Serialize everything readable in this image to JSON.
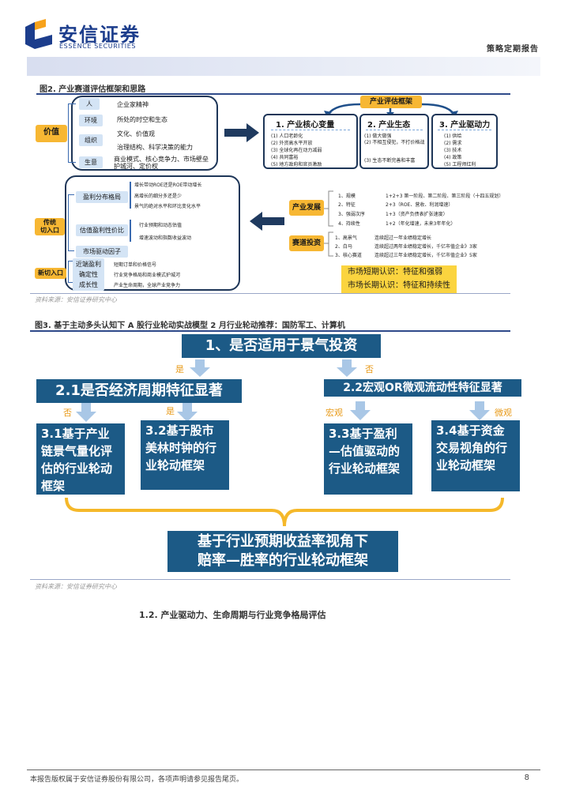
{
  "header": {
    "logo_cn": "安信证券",
    "logo_en": "ESSENCE SECURITIES",
    "report_type": "策略定期报告",
    "brand_color": "#1c3d8c"
  },
  "figure2": {
    "title": "图2. 产业赛道评估框架和思路",
    "source": "资料来源：安信证券研究中心",
    "value_label": "价值",
    "branches": [
      {
        "label": "人",
        "items": [
          "企业家精神"
        ]
      },
      {
        "label": "环境",
        "items": [
          "所处的时空和生态"
        ]
      },
      {
        "label": "组织",
        "items": [
          "文化、价值观",
          "治理结构、科学决策的能力"
        ]
      },
      {
        "label": "生意",
        "items": [
          "商业模式、核心竞争力、市场壁垒",
          "护城河、定价权"
        ]
      }
    ],
    "framework_label": "产业评估框架",
    "panels": [
      {
        "title": "1. 产业核心变量",
        "items": [
          "(1) 人口老龄化",
          "(2) 外资高水平开放",
          "(3) 全球化再在动力减弱",
          "(4) 共同富裕",
          "(5) 地方政府和官员激励"
        ]
      },
      {
        "title": "2. 产业生态",
        "items": [
          "(1) 做大做强",
          "(2) 不相互侵犯，不打价格战",
          "(3) 生态不断完善和丰富"
        ]
      },
      {
        "title": "3. 产业驱动力",
        "items": [
          "(1) 供给",
          "(2) 需求",
          "(3) 技术",
          "(4) 政策",
          "(5) 工程师红利"
        ]
      }
    ],
    "develop_label": "产业发展",
    "develop_items": [
      {
        "k": "1、规模",
        "v": "1+2+3  第一阶段、第二阶段、第三阶段（十四五规划）"
      },
      {
        "k": "2、特征",
        "v": "2+3（ROE、营收、利润增速）"
      },
      {
        "k": "3、强弱次序",
        "v": "1+3（资产负债表扩张速度）"
      },
      {
        "k": "4、持续性",
        "v": "1+2（年化增速，未来3年年化）"
      }
    ],
    "invest_label": "赛道投资",
    "invest_items": [
      {
        "k": "1、高景气",
        "v": "连续超过一年业绩稳定增长"
      },
      {
        "k": "2、白马",
        "v": "连续超过两年业绩稳定增长，千亿市值企业》3家"
      },
      {
        "k": "3、核心赛道",
        "v": "连续超过三年业绩稳定增长，千亿市值企业》5家"
      }
    ],
    "market_short": "市场短期认识：特征和强弱",
    "market_long": "市场长期认识：特征和持续性",
    "left_panel": {
      "traditional_label": "传统\n切入口",
      "new_label": "新切入口",
      "group1_label": "盈利分布格局",
      "group1_items": [
        "增长带动ROE还是ROE带动增长",
        "高增长的细分多还是少",
        "景气的绝对水平和环比变化水平"
      ],
      "group2_label": "估值盈利性价比",
      "group2_items": [
        "行业预期和动态估值",
        "增速波动和指数收益波动"
      ],
      "group3_label": "市场驱动因子",
      "new_items": [
        {
          "k": "近端盈利",
          "v": "短期订单和价格信号"
        },
        {
          "k": "确定性",
          "v": "行业竞争格局和商业模式护城河"
        },
        {
          "k": "成长性",
          "v": "产业生命周期，全球产业竞争力"
        }
      ]
    }
  },
  "figure3": {
    "title": "图3. 基于主动多头认知下 A 股行业轮动实战模型 2 月行业轮动推荐：国防军工、计算机",
    "source": "资料来源：安信证券研究中心",
    "q1": "1、是否适用于景气投资",
    "yes": "是",
    "no": "否",
    "q21": "2.1是否经济周期特征显著",
    "q22": "2.2宏观OR微观流动性特征显著",
    "no2": "否",
    "yes2": "是",
    "macro": "宏观",
    "micro": "微观",
    "box31": "3.1基于产业链景气量化评估的行业轮动框架",
    "box32": "3.2基于股市美林时钟的行业轮动框架",
    "box33": "3.3基于盈利—估值驱动的行业轮动框架",
    "box34": "3.4基于资金交易视角的行业轮动框架",
    "bottom_line1": "基于行业预期收益率视角下",
    "bottom_line2": "赔率—胜率的行业轮动框架"
  },
  "section": {
    "title": "1.2. 产业驱动力、生命周期与行业竞争格局评估"
  },
  "footer": {
    "disclaimer": "本报告版权属于安信证券股份有限公司，各项声明请参见报告尾页。",
    "page": "8"
  }
}
